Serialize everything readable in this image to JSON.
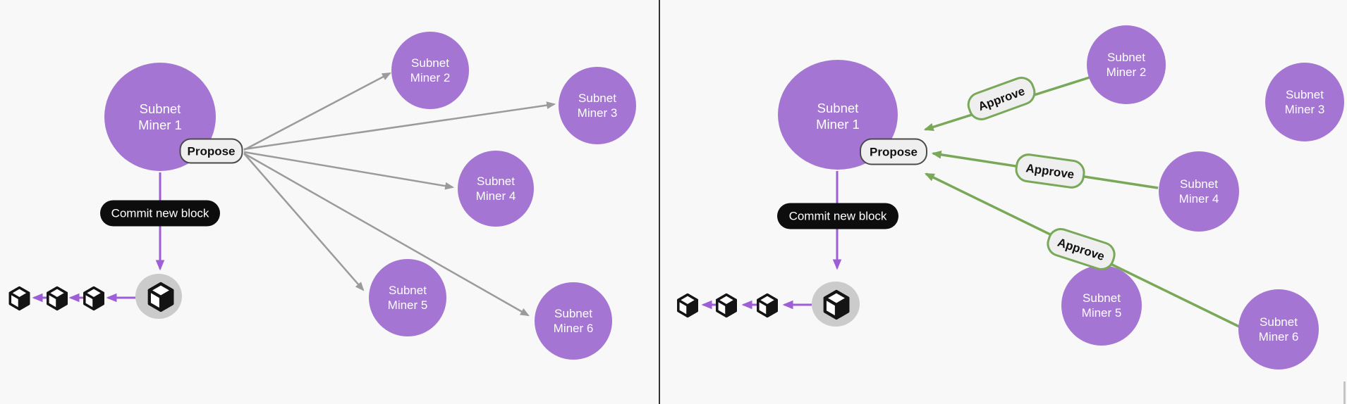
{
  "colors": {
    "background": "#f8f8f8",
    "node_fill": "#a475d2",
    "node_text": "#ffffff",
    "edge_gray": "#9b9b9b",
    "edge_purple": "#9d5ed6",
    "edge_green": "#78a858",
    "label_fill": "#efefef",
    "label_border": "#4a4a4a",
    "commit_fill": "#0d0d0d",
    "commit_text": "#ffffff",
    "block_ellipse": "#cbcbcb",
    "cube_color": "#141414",
    "divider": "#333333",
    "scrollbar": "#c4c4c4"
  },
  "icons": {
    "block_icon": "isometric-cube"
  },
  "left_panel": {
    "miner1": {
      "line1": "Subnet",
      "line2": "Miner 1"
    },
    "propose_label": "Propose",
    "commit_label": "Commit new block",
    "miners": [
      {
        "line1": "Subnet",
        "line2": "Miner 2"
      },
      {
        "line1": "Subnet",
        "line2": "Miner 3"
      },
      {
        "line1": "Subnet",
        "line2": "Miner 4"
      },
      {
        "line1": "Subnet",
        "line2": "Miner 5"
      },
      {
        "line1": "Subnet",
        "line2": "Miner 6"
      }
    ]
  },
  "right_panel": {
    "miner1": {
      "line1": "Subnet",
      "line2": "Miner 1"
    },
    "propose_label": "Propose",
    "commit_label": "Commit new block",
    "approve_labels": [
      "Approve",
      "Approve",
      "Approve"
    ],
    "miners": [
      {
        "line1": "Subnet",
        "line2": "Miner 2"
      },
      {
        "line1": "Subnet",
        "line2": "Miner 3"
      },
      {
        "line1": "Subnet",
        "line2": "Miner 4"
      },
      {
        "line1": "Subnet",
        "line2": "Miner 5"
      },
      {
        "line1": "Subnet",
        "line2": "Miner 6"
      }
    ]
  }
}
